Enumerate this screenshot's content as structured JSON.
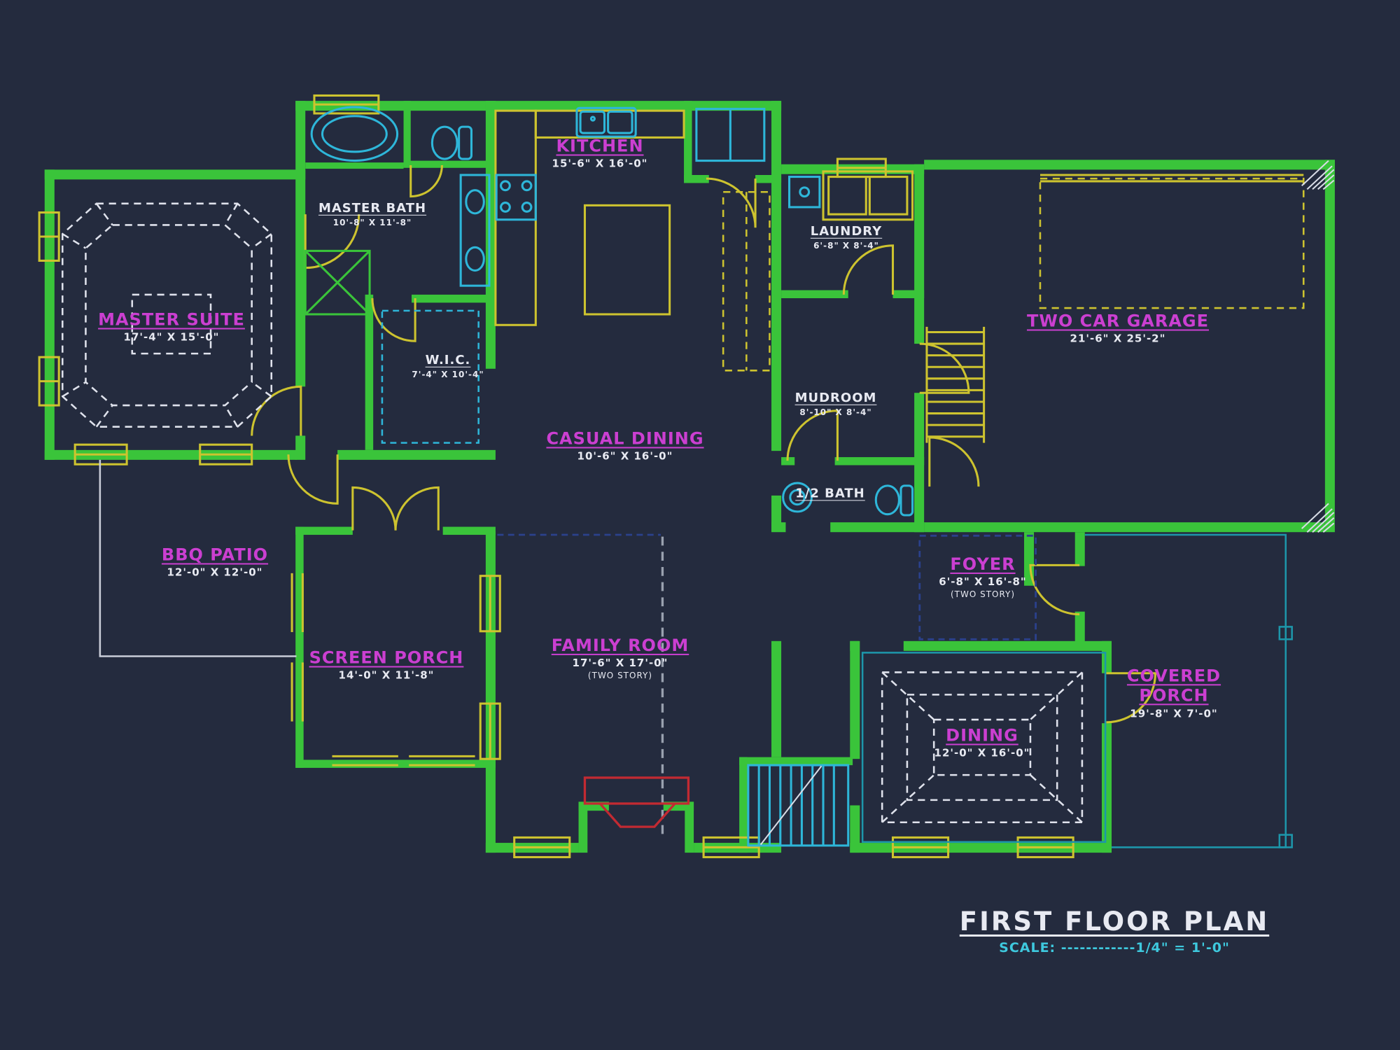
{
  "title_block": {
    "title": "FIRST FLOOR PLAN",
    "scale": "SCALE: ------------1/4\" = 1'-0\""
  },
  "colors": {
    "background": "#242b3e",
    "walls": "#3ac43a",
    "fixtures": "#2eb6d9",
    "casework": "#cdc32f",
    "accent_label": "#cb3fd1",
    "secondary_label": "#e8eaf2",
    "fireplace": "#c22a32",
    "scale_text": "#3ec9de"
  },
  "rooms": {
    "master_suite": {
      "name": "MASTER SUITE",
      "dims": "17'-4\" X 15'-0\""
    },
    "master_bath": {
      "name": "MASTER BATH",
      "dims": "10'-8\" X 11'-8\""
    },
    "wic": {
      "name": "W.I.C.",
      "dims": "7'-4\" X 10'-4\""
    },
    "kitchen": {
      "name": "KITCHEN",
      "dims": "15'-6\" X 16'-0\""
    },
    "laundry": {
      "name": "LAUNDRY",
      "dims": "6'-8\" X 8'-4\""
    },
    "two_car_garage": {
      "name": "TWO CAR GARAGE",
      "dims": "21'-6\" X 25'-2\""
    },
    "mudroom": {
      "name": "MUDROOM",
      "dims": "8'-10\" X 8'-4\""
    },
    "casual_dining": {
      "name": "CASUAL DINING",
      "dims": "10'-6\" X 16'-0\""
    },
    "half_bath": {
      "name": "1/2 BATH"
    },
    "bbq_patio": {
      "name": "BBQ PATIO",
      "dims": "12'-0\" X 12'-0\""
    },
    "foyer": {
      "name": "FOYER",
      "dims": "6'-8\" X 16'-8\"",
      "note": "(TWO STORY)"
    },
    "screen_porch": {
      "name": "SCREEN PORCH",
      "dims": "14'-0\" X 11'-8\""
    },
    "family_room": {
      "name": "FAMILY ROOM",
      "dims": "17'-6\" X 17'-0\"",
      "note": "(TWO STORY)"
    },
    "covered_porch": {
      "name": "COVERED PORCH",
      "dims": "19'-8\" X 7'-0\""
    },
    "dining": {
      "name": "DINING",
      "dims": "12'-0\" X 16'-0\""
    }
  }
}
